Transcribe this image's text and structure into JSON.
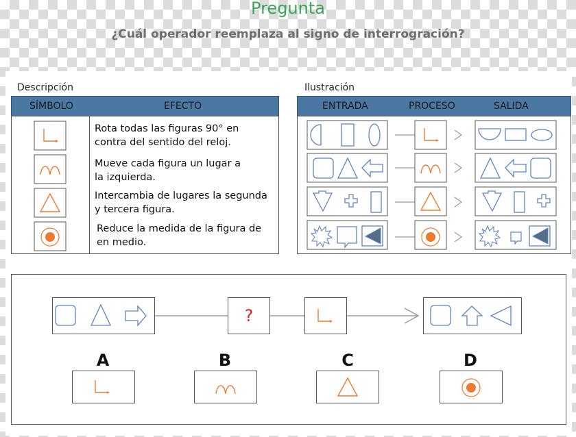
{
  "header": {
    "title": "Pregunta",
    "question": "¿Cuál operador reemplaza al signo de interrogración?"
  },
  "description": {
    "label": "Descripción",
    "col_symbol": "SÍMBOLO",
    "col_effect": "EFECTO",
    "rows": [
      {
        "symbol": "rotate-90-ccw-icon",
        "effect_1": "Rota todas las figuras 90° en",
        "effect_2": "contra del sentido del reloj."
      },
      {
        "symbol": "shift-left-icon",
        "effect_1": "Mueve cada figura un lugar a",
        "effect_2": "la izquierda."
      },
      {
        "symbol": "swap-2-3-icon",
        "effect_1": "Intercambia de lugares la segunda",
        "effect_2": "y tercera figura."
      },
      {
        "symbol": "shrink-middle-icon",
        "effect_1": "Reduce la medida de la figura de",
        "effect_2": "en medio."
      }
    ]
  },
  "illustration": {
    "label": "Ilustración",
    "col_input": "ENTRADA",
    "col_process": "PROCESO",
    "col_output": "SALIDA"
  },
  "question": {
    "unknown": "?",
    "options": [
      "A",
      "B",
      "C",
      "D"
    ]
  },
  "colors": {
    "header_blue": "#4b77a3",
    "shape_blue": "#5a84c4",
    "symbol_orange": "#ee7a2f",
    "title_green": "#3aa655",
    "question_red": "#e02020"
  }
}
